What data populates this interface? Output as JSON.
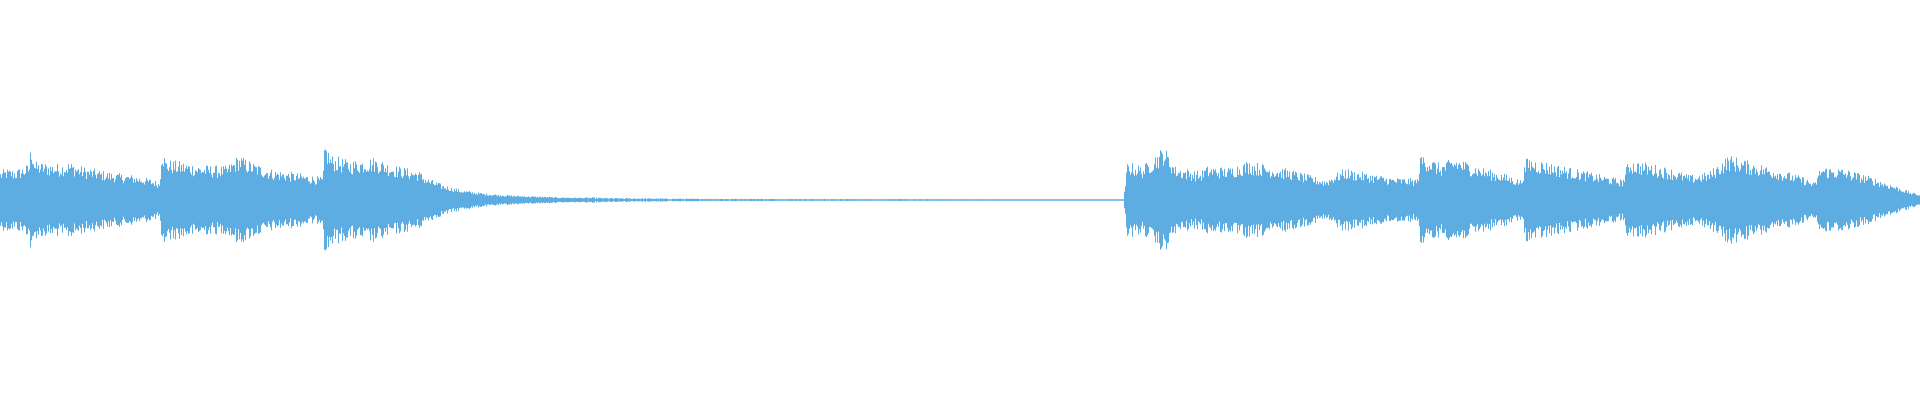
{
  "waveform": {
    "color": "#5dade2",
    "background": "#ffffff",
    "envelope": [
      [
        0.0,
        0.26
      ],
      [
        0.003,
        0.28
      ],
      [
        0.008,
        0.27
      ],
      [
        0.012,
        0.3
      ],
      [
        0.015,
        0.32
      ],
      [
        0.016,
        0.52
      ],
      [
        0.018,
        0.34
      ],
      [
        0.024,
        0.33
      ],
      [
        0.03,
        0.32
      ],
      [
        0.036,
        0.34
      ],
      [
        0.042,
        0.3
      ],
      [
        0.05,
        0.27
      ],
      [
        0.06,
        0.24
      ],
      [
        0.07,
        0.22
      ],
      [
        0.078,
        0.19
      ],
      [
        0.083,
        0.16
      ],
      [
        0.084,
        0.5
      ],
      [
        0.086,
        0.36
      ],
      [
        0.095,
        0.34
      ],
      [
        0.105,
        0.31
      ],
      [
        0.118,
        0.3
      ],
      [
        0.124,
        0.4
      ],
      [
        0.132,
        0.33
      ],
      [
        0.142,
        0.27
      ],
      [
        0.155,
        0.24
      ],
      [
        0.168,
        0.2
      ],
      [
        0.169,
        0.52
      ],
      [
        0.172,
        0.4
      ],
      [
        0.182,
        0.35
      ],
      [
        0.195,
        0.38
      ],
      [
        0.205,
        0.31
      ],
      [
        0.218,
        0.26
      ],
      [
        0.222,
        0.2
      ],
      [
        0.23,
        0.14
      ],
      [
        0.24,
        0.09
      ],
      [
        0.252,
        0.06
      ],
      [
        0.268,
        0.04
      ],
      [
        0.29,
        0.025
      ],
      [
        0.32,
        0.015
      ],
      [
        0.36,
        0.01
      ],
      [
        0.42,
        0.008
      ],
      [
        0.48,
        0.007
      ],
      [
        0.54,
        0.006
      ],
      [
        0.585,
        0.006
      ],
      [
        0.587,
        0.34
      ],
      [
        0.595,
        0.3
      ],
      [
        0.606,
        0.48
      ],
      [
        0.612,
        0.3
      ],
      [
        0.625,
        0.25
      ],
      [
        0.628,
        0.3
      ],
      [
        0.64,
        0.29
      ],
      [
        0.65,
        0.35
      ],
      [
        0.66,
        0.31
      ],
      [
        0.672,
        0.27
      ],
      [
        0.682,
        0.22
      ],
      [
        0.69,
        0.18
      ],
      [
        0.7,
        0.28
      ],
      [
        0.712,
        0.24
      ],
      [
        0.725,
        0.2
      ],
      [
        0.738,
        0.19
      ],
      [
        0.74,
        0.42
      ],
      [
        0.75,
        0.32
      ],
      [
        0.758,
        0.38
      ],
      [
        0.77,
        0.3
      ],
      [
        0.782,
        0.24
      ],
      [
        0.792,
        0.18
      ],
      [
        0.795,
        0.38
      ],
      [
        0.81,
        0.32
      ],
      [
        0.822,
        0.27
      ],
      [
        0.835,
        0.22
      ],
      [
        0.845,
        0.18
      ],
      [
        0.848,
        0.36
      ],
      [
        0.86,
        0.32
      ],
      [
        0.87,
        0.28
      ],
      [
        0.88,
        0.22
      ],
      [
        0.89,
        0.25
      ],
      [
        0.9,
        0.4
      ],
      [
        0.912,
        0.34
      ],
      [
        0.925,
        0.28
      ],
      [
        0.94,
        0.2
      ],
      [
        0.945,
        0.15
      ],
      [
        0.948,
        0.3
      ],
      [
        0.96,
        0.28
      ],
      [
        0.972,
        0.22
      ],
      [
        0.985,
        0.14
      ],
      [
        0.995,
        0.07
      ],
      [
        1.0,
        0.05
      ]
    ]
  }
}
